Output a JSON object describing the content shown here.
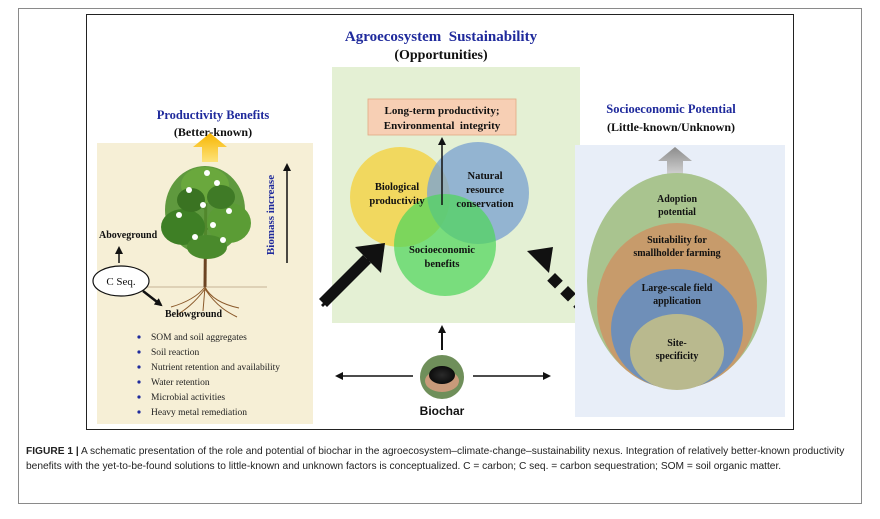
{
  "diagram": {
    "title_line1": "Agroecosystem  Sustainability",
    "title_line2": "(Opportunities)",
    "left": {
      "heading": "Productivity Benefits",
      "subheading": "(Better-known)",
      "biomass_label": "Biomass increase",
      "aboveground": "Aboveground",
      "belowground": "Belowground",
      "cseq": "C Seq.",
      "bullets": [
        "SOM and soil aggregates",
        "Soil reaction",
        "Nutrient retention and availability",
        "Water retention",
        "Microbial activities",
        "Heavy metal remediation"
      ]
    },
    "center": {
      "top_box_line1": "Long-term productivity;",
      "top_box_line2": "Environmental  integrity",
      "bio_line1": "Biological",
      "bio_line2": "productivity",
      "nat_line1": "Natural",
      "nat_line2": "resource",
      "nat_line3": "conservation",
      "soc_line1": "Socioeconomic",
      "soc_line2": "benefits",
      "biochar_label": "Biochar"
    },
    "right": {
      "heading": "Socioeconomic Potential",
      "subheading": "(Little-known/Unknown)",
      "ring1_line1": "Adoption",
      "ring1_line2": "potential",
      "ring2_line1": "Suitability for",
      "ring2_line2": "smallholder farming",
      "ring3_line1": "Large-scale field",
      "ring3_line2": "application",
      "ring4_line1": "Site-",
      "ring4_line2": "specificity"
    },
    "colors": {
      "heading_blue": "#1f2a9c",
      "left_panel": "#f6efd6",
      "center_panel": "#e4f0d4",
      "right_panel": "#e8eef8",
      "top_box": "#f7cfb4",
      "circle_bio": "#f3d44a",
      "circle_nat": "#7ea5d0",
      "circle_soc": "#4fd65c",
      "ring1": "#a9c48f",
      "ring2": "#c79b6b",
      "ring3": "#6f8fb8",
      "ring4": "#b9b98e"
    }
  },
  "caption": {
    "label": "FIGURE 1 |",
    "text": " A schematic presentation of the role and potential of biochar in the agroecosystem–climate-change–sustainability nexus. Integration of relatively better-known productivity benefits with the yet-to-be-found solutions to little-known and unknown factors is conceptualized. C = carbon; C seq. = carbon sequestration; SOM = soil organic matter."
  }
}
